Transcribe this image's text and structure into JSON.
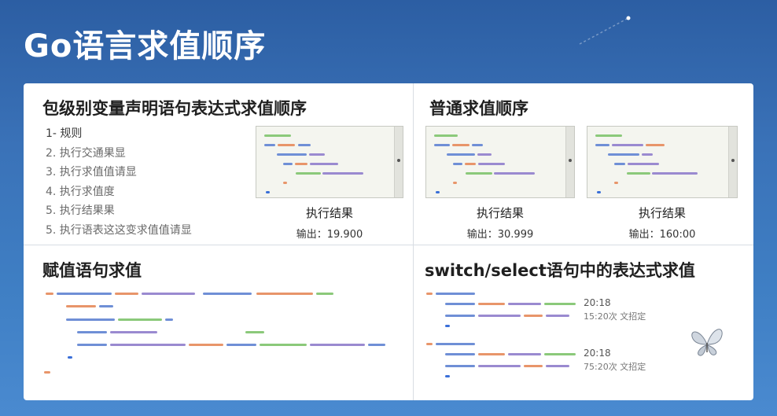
{
  "page": {
    "title": "Go语言求值顺序"
  },
  "package_section": {
    "title": "包级别变量声明语句表达式求值顺序",
    "rules": [
      "1- 规则",
      "2. 执行交通果显",
      "3. 执行求值值请显",
      "4. 执行求值度",
      "5. 执行结果果",
      "5. 执行语表这这变求值值请显"
    ],
    "result_label": "执行结果",
    "result_value": "输出：19.900"
  },
  "normal_section": {
    "title": "普通求值顺序",
    "results": [
      {
        "label": "执行结果",
        "value": "输出：30.999"
      },
      {
        "label": "执行结果",
        "value": "输出：160:00"
      }
    ]
  },
  "assign_section": {
    "title": "赋值语句求值"
  },
  "switch_section": {
    "title": "switch/select语句中的表达式求值",
    "annotations": [
      "20:18",
      "15:20次 文招定",
      "20:18",
      "75:20次 文招定"
    ]
  },
  "colors": {
    "keyword_blue": "#6f8fd6",
    "string_orange": "#e8956a",
    "value_green": "#8bc97a",
    "func_purple": "#9a8ad0",
    "brace_blue": "#3a6fd8"
  },
  "icons": [
    "comet-icon",
    "butterfly-icon"
  ]
}
